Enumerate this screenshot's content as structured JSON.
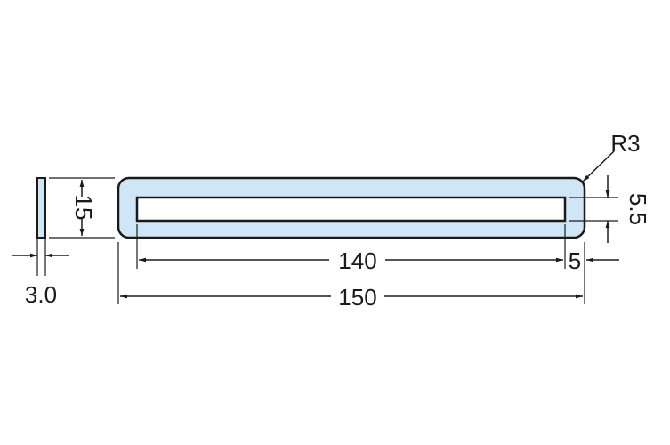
{
  "dimensions": {
    "thickness": "3.0",
    "height": "15",
    "radius": "R3",
    "slot_height": "5.5",
    "slot_length": "140",
    "slot_edge": "5",
    "overall_length": "150"
  },
  "colors": {
    "part_fill": "#cfe6f6",
    "part_stroke": "#1a1a1a",
    "slot_fill": "#ffffff",
    "dimension_line": "#1a1a1a",
    "background": "#ffffff"
  }
}
